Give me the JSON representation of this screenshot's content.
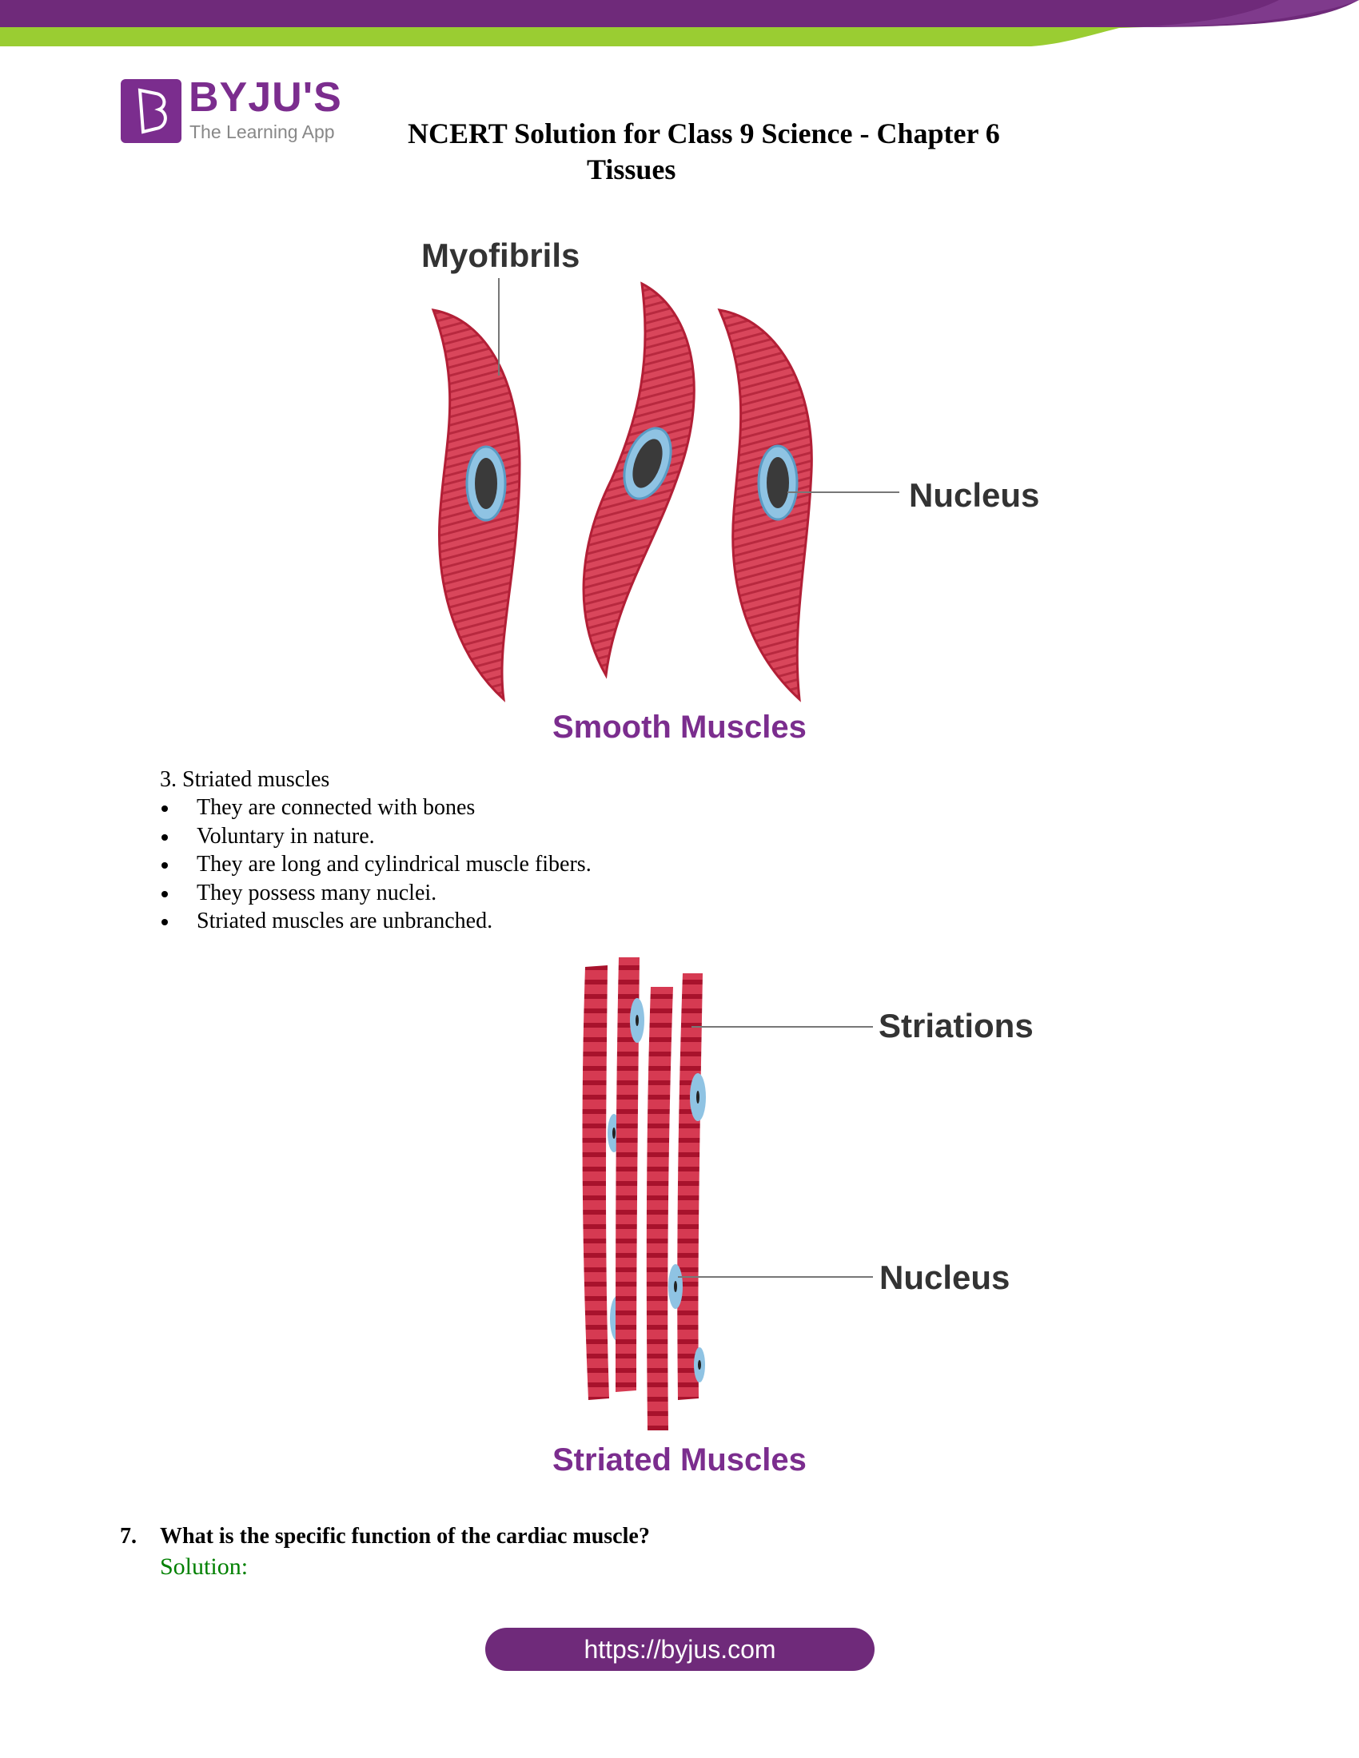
{
  "header": {
    "brand": "BYJU'S",
    "tagline": "The Learning App",
    "title": "NCERT Solution for Class 9 Science - Chapter 6",
    "subtitle": "Tissues",
    "colors": {
      "purple": "#6f2a7a",
      "green": "#9acd32"
    }
  },
  "smooth_figure": {
    "label_myofibrils": "Myofibrils",
    "label_nucleus": "Nucleus",
    "caption": "Smooth Muscles"
  },
  "striated_section": {
    "heading": "3. Striated muscles",
    "bullets": [
      "They are connected with bones",
      "Voluntary in nature.",
      "They are long and cylindrical muscle fibers.",
      "They possess many nuclei.",
      "Striated muscles are unbranched."
    ]
  },
  "striated_figure": {
    "label_striations": "Striations",
    "label_nucleus": "Nucleus",
    "caption": "Striated Muscles"
  },
  "question": {
    "number": "7.",
    "text": "What is the specific function of the cardiac muscle?",
    "solution_label": "Solution:"
  },
  "footer": {
    "url": "https://byjus.com"
  }
}
